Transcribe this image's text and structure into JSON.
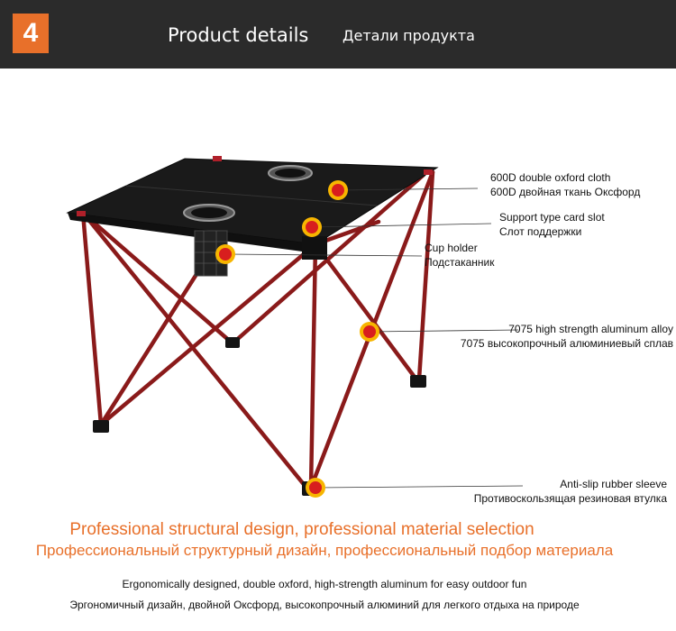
{
  "header": {
    "step_number": "4",
    "title_en": "Product details",
    "title_ru": "Детали продукта"
  },
  "callouts": [
    {
      "en": "600D double oxford cloth",
      "ru": "600D двойная ткань Оксфорд"
    },
    {
      "en": "Support type card slot",
      "ru": "Слот поддержки"
    },
    {
      "en": "Cup holder",
      "ru": "Подстаканник"
    },
    {
      "en": "7075 high strength aluminum alloy",
      "ru": "7075 высокопрочный алюминиевый сплав"
    },
    {
      "en": "Anti-slip rubber sleeve",
      "ru": "Противоскользящая резиновая втулка"
    }
  ],
  "headline": {
    "en": "Professional structural design, professional material selection",
    "ru": "Профессиональный структурный дизайн, профессиональный подбор материала"
  },
  "description": {
    "en": "Ergonomically designed, double oxford, high-strength aluminum for easy outdoor fun",
    "ru": "Эргономичный дизайн, двойной Оксфорд, высокопрочный алюминий для легкого отдыха на природе"
  },
  "colors": {
    "header_bg": "#2b2b2b",
    "accent": "#e8702a",
    "marker_red": "#d81e1e",
    "marker_ring": "#f7b500",
    "frame_red": "#8a1a1a",
    "table_top": "#1a1a1a"
  }
}
